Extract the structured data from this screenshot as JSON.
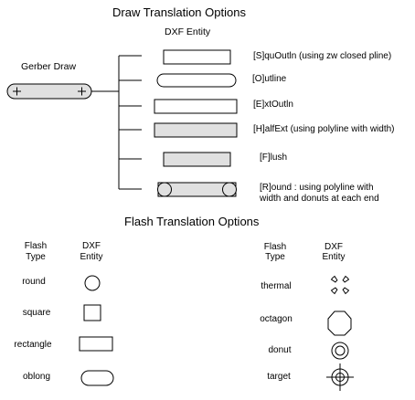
{
  "draw_section": {
    "title": "Draw Translation Options",
    "entity_header": "DXF Entity",
    "source_label": "Gerber Draw",
    "options": [
      {
        "label": "[S]quOutln (using zw closed pline)",
        "shape": "square-outline"
      },
      {
        "label": "[O]utline",
        "shape": "rounded-outline"
      },
      {
        "label": "[E]xtOutln",
        "shape": "extended-outline"
      },
      {
        "label": "[H]alfExt (using polyline with width)",
        "shape": "half-extended-filled"
      },
      {
        "label": "[F]lush",
        "shape": "flush-filled"
      },
      {
        "label": "[R]ound : using polyline with",
        "label_line2": "width and donuts at each end",
        "shape": "round-with-donuts"
      }
    ]
  },
  "flash_section": {
    "title": "Flash Translation Options",
    "left_headers": {
      "flash_line1": "Flash",
      "flash_line2": "Type",
      "dxf_line1": "DXF",
      "dxf_line2": "Entity"
    },
    "right_headers": {
      "flash_line1": "Flash",
      "flash_line2": "Type",
      "dxf_line1": "DXF",
      "dxf_line2": "Entity"
    },
    "left_items": [
      {
        "label": "round",
        "icon": "circle-icon"
      },
      {
        "label": "square",
        "icon": "square-icon"
      },
      {
        "label": "rectangle",
        "icon": "rectangle-icon"
      },
      {
        "label": "oblong",
        "icon": "oblong-icon"
      }
    ],
    "right_items": [
      {
        "label": "thermal",
        "icon": "thermal-icon"
      },
      {
        "label": "octagon",
        "icon": "octagon-icon"
      },
      {
        "label": "donut",
        "icon": "donut-icon"
      },
      {
        "label": "target",
        "icon": "target-icon"
      }
    ]
  },
  "colors": {
    "fill_gray": "#e0e0e0",
    "stroke": "#000000",
    "background": "#ffffff"
  }
}
